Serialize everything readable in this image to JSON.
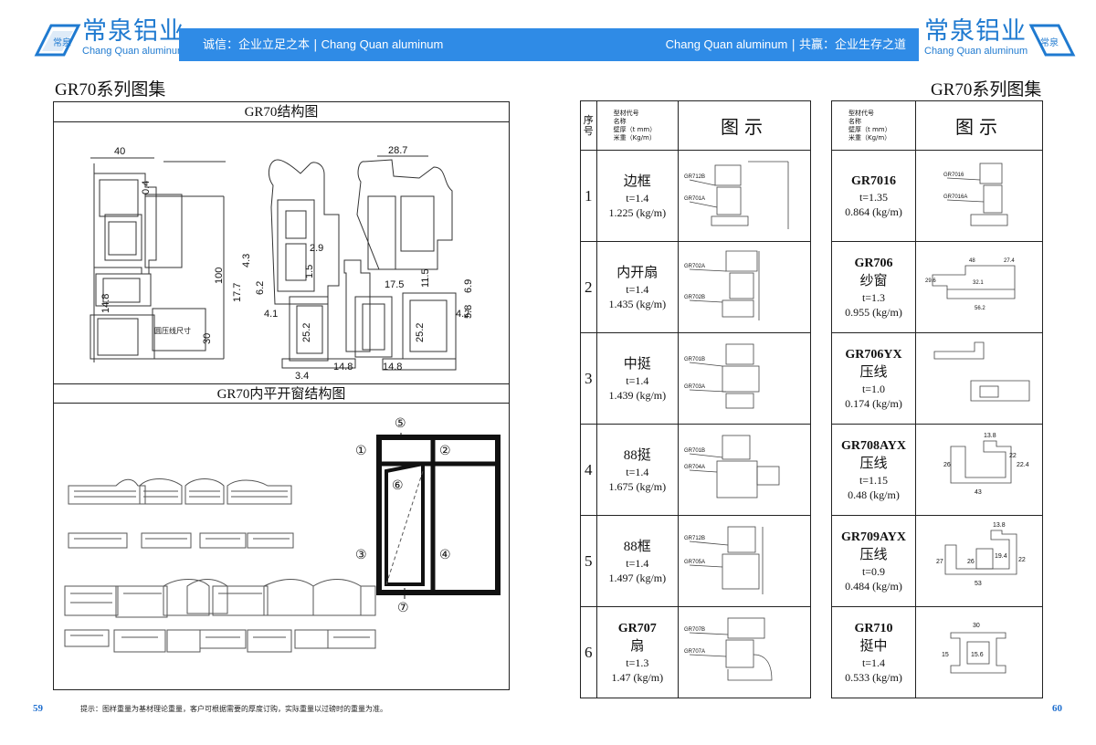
{
  "header": {
    "logo_cn": "常泉铝业",
    "logo_en": "Chang Quan aluminum",
    "logo_badge": "常泉",
    "brand_color": "#2f8be6",
    "left_slogan": "诚信：企业立足之本",
    "left_slogan_en": "Chang Quan aluminum",
    "right_slogan_en": "Chang Quan aluminum",
    "right_slogan": "共赢：企业生存之道"
  },
  "left_page": {
    "title": "GR70系列图集",
    "section1_title": "GR70结构图",
    "section2_title": "GR70内平开窗结构图",
    "dims": {
      "d40": "40",
      "d287": "28.7",
      "d04": "0.4",
      "d100": "100",
      "d30": "30",
      "d43": "4.3",
      "d29": "2.9",
      "d15": "1.5",
      "d177": "17.7",
      "d62": "6.2",
      "d175": "17.5",
      "d115": "11.5",
      "d69": "6.9",
      "d58": "5.8",
      "d41": "4.1",
      "d42": "4.2",
      "d148a": "14.8",
      "d252a": "25.2",
      "d252b": "25.2",
      "d148b": "14.8",
      "d148c": "14.8",
      "d34": "3.4",
      "bead_label": "圆压线尺寸"
    },
    "window_markers": [
      "①",
      "②",
      "③",
      "④",
      "⑤",
      "⑥",
      "⑦"
    ],
    "page_number": "59",
    "tip": "提示：图样重量为基材理论重量，客户可根据需要的厚度订购，实际重量以过磅时的重量为准。"
  },
  "right_page": {
    "title": "GR70系列图集",
    "page_number": "60",
    "header": {
      "seq": "序号",
      "col_lines": [
        "型材代号",
        "名称",
        "壁厚（t mm）",
        "米重（Kg/m）"
      ],
      "pic": "图示"
    },
    "left_rows": [
      {
        "seq": "1",
        "name": "边框",
        "t": "t=1.4",
        "w": "1.225 (kg/m)",
        "parts": [
          "GR712B",
          "GR701A"
        ]
      },
      {
        "seq": "2",
        "name": "内开扇",
        "t": "t=1.4",
        "w": "1.435 (kg/m)",
        "parts": [
          "GR702A",
          "GR702B"
        ]
      },
      {
        "seq": "3",
        "name": "中挺",
        "t": "t=1.4",
        "w": "1.439 (kg/m)",
        "parts": [
          "GR701B",
          "GR703A"
        ]
      },
      {
        "seq": "4",
        "name": "88挺",
        "t": "t=1.4",
        "w": "1.675 (kg/m)",
        "parts": [
          "GR701B",
          "GR704A"
        ]
      },
      {
        "seq": "5",
        "name": "88框",
        "t": "t=1.4",
        "w": "1.497 (kg/m)",
        "parts": [
          "GR712B",
          "GR705A"
        ]
      },
      {
        "seq": "6",
        "code": "GR707",
        "name": "扇",
        "t": "t=1.3",
        "w": "1.47 (kg/m)",
        "parts": [
          "GR707B",
          "GR707A"
        ]
      }
    ],
    "right_rows": [
      {
        "code": "GR7016",
        "name": "",
        "t": "t=1.35",
        "w": "0.864 (kg/m)",
        "parts": [
          "GR7016",
          "GR7016A"
        ]
      },
      {
        "code": "GR706",
        "name": "纱窗",
        "t": "t=1.3",
        "w": "0.955 (kg/m)",
        "dims": [
          "48",
          "27.4",
          "32.1",
          "29.6",
          "56.2"
        ]
      },
      {
        "code": "GR706YX",
        "name": "压线",
        "t": "t=1.0",
        "w": "0.174 (kg/m)"
      },
      {
        "code": "GR708AYX",
        "name": "压线",
        "t": "t=1.15",
        "w": "0.48 (kg/m)",
        "dims": [
          "13.8",
          "26",
          "22",
          "22.4",
          "43"
        ]
      },
      {
        "code": "GR709AYX",
        "name": "压线",
        "t": "t=0.9",
        "w": "0.484 (kg/m)",
        "dims": [
          "13.8",
          "27",
          "26",
          "19.4",
          "22",
          "53"
        ]
      },
      {
        "code": "GR710",
        "name": "挺中",
        "t": "t=1.4",
        "w": "0.533 (kg/m)",
        "dims": [
          "30",
          "15",
          "15.6"
        ]
      }
    ]
  }
}
